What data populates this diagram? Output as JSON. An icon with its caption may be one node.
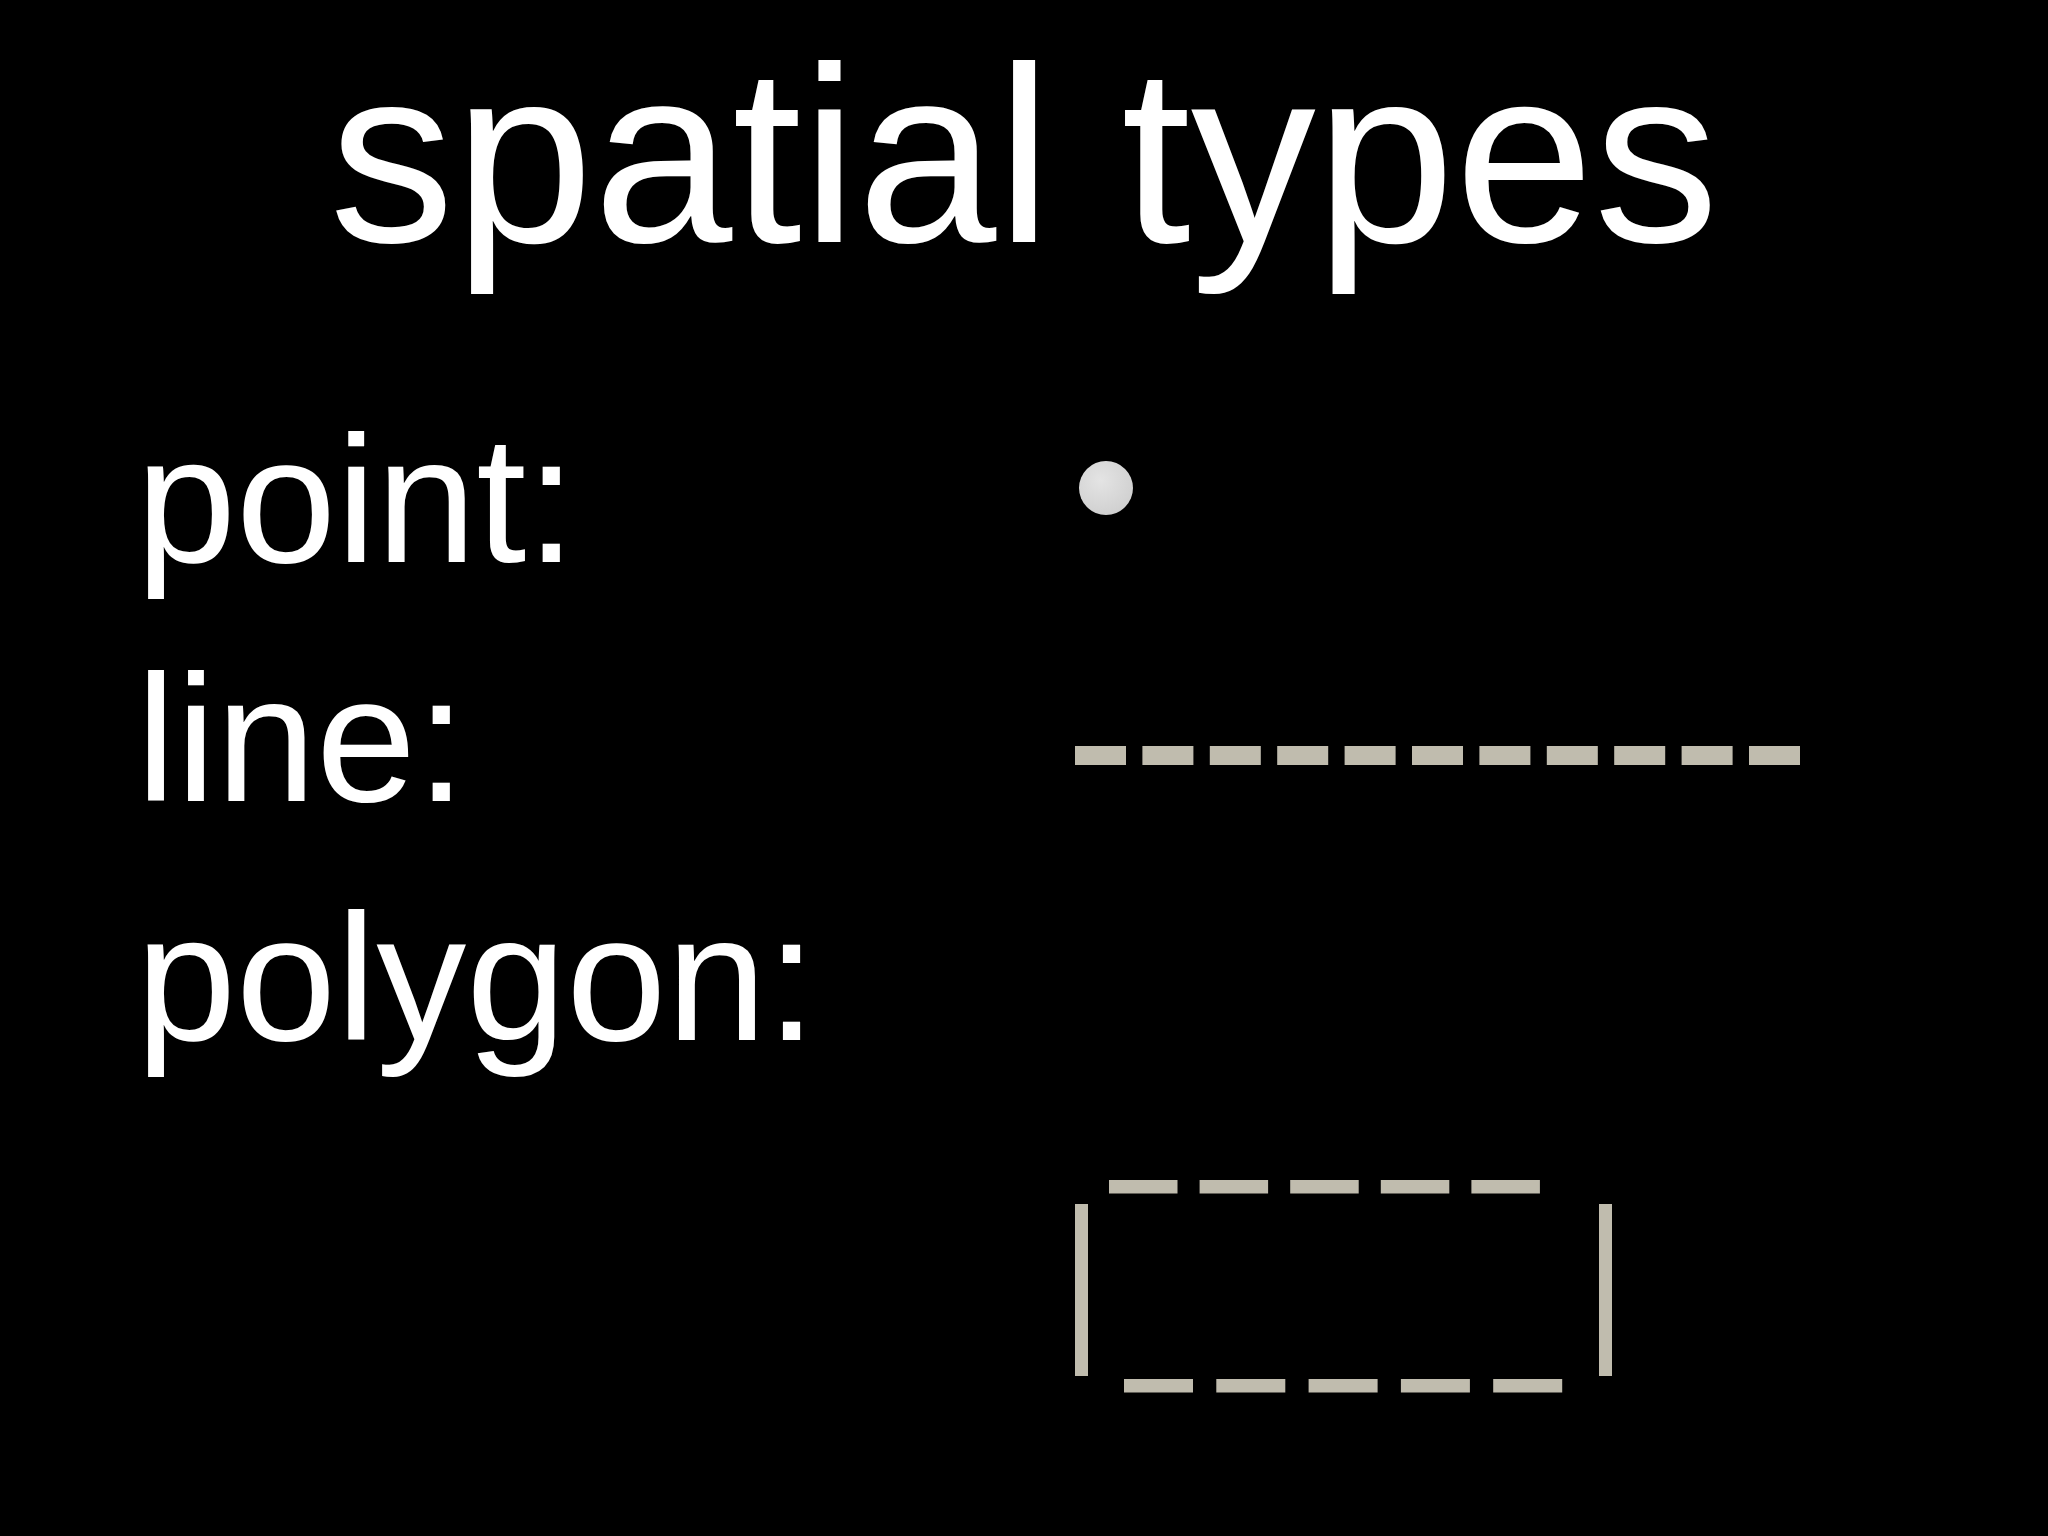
{
  "diagram": {
    "title": "spatial types",
    "labels": [
      "point:",
      "line:",
      "polygon:"
    ]
  }
}
